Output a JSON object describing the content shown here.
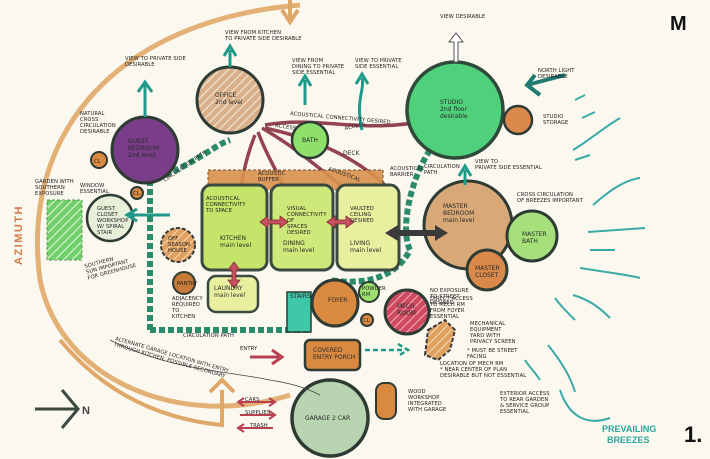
{
  "sheet": {
    "corner_letter": "M",
    "sheet_number": "1.",
    "north_label": "N",
    "azimuth_label": "AZIMUTH",
    "prevailing_breezes": [
      "PREVAILING",
      "BREEZES"
    ]
  },
  "colors": {
    "paper": "#fbf8ef",
    "outline": "#3a4a40",
    "teal": "#1f9a8a",
    "purple": "#7a3d8a",
    "green_bright": "#4fd07a",
    "lime": "#c4e46a",
    "pale_yellow": "#e8f0a0",
    "orange": "#d98a40",
    "tan": "#d9a877",
    "red": "#c8455a",
    "sage": "#b8d4b0",
    "azimuth_orange": "#e0a060",
    "maroon_arrow": "#8a3040"
  },
  "rooms": {
    "guest_bedroom": [
      "GUEST",
      "BEDROOM",
      "2nd level"
    ],
    "office": [
      "OFFICE",
      "2nd level"
    ],
    "bath": [
      "BATH"
    ],
    "studio": [
      "STUDIO",
      "2nd floor",
      "desirable"
    ],
    "studio_storage": [
      "STUDIO",
      "STORAGE"
    ],
    "cl_top": [
      "CL"
    ],
    "cl_mid": [
      "CL"
    ],
    "cl_foyer": [
      "CL"
    ],
    "guest_closet": [
      "GUEST",
      "CLOSET",
      "WORKSHOP",
      "w/ spiral",
      "stair"
    ],
    "garden": [],
    "off_season_house": [
      "OFF",
      "SEASON",
      "HOUSE"
    ],
    "pantry": [
      "PANTRY"
    ],
    "kitchen": [
      "KITCHEN",
      "main level"
    ],
    "dining": [
      "DINING",
      "main level"
    ],
    "living": [
      "LIVING",
      "main level"
    ],
    "laundry": [
      "LAUNDRY",
      "main level"
    ],
    "master_bedroom": [
      "MASTER",
      "BEDROOM",
      "main level"
    ],
    "master_bath": [
      "MASTER",
      "BATH"
    ],
    "master_closet": [
      "MASTER",
      "CLOSET"
    ],
    "stairs": [
      "STAIRS"
    ],
    "foyer": [
      "FOYER"
    ],
    "powder_rm": [
      "POWDER",
      "RM"
    ],
    "mech_room": [
      "MECH.",
      "ROOM"
    ],
    "covered_entry_porch": [
      "COVERED",
      "ENTRY PORCH"
    ],
    "garage": [
      "GARAGE  2 CAR"
    ],
    "deck": [
      "DECK"
    ]
  },
  "annotations": {
    "view_guest": [
      "VIEW TO PRIVATE SIDE",
      "DESIRABLE"
    ],
    "view_kitchen": [
      "VIEW FROM KITCHEN",
      "TO PRIVATE SIDE DESIRABLE"
    ],
    "view_dining": [
      "VIEW FROM",
      "DINING TO PRIVATE",
      "SIDE ESSENTIAL"
    ],
    "view_private": [
      "VIEW TO PRIVATE",
      "SIDE ESSENTIAL"
    ],
    "view_studio": [
      "VIEW DESIRABLE"
    ],
    "north_light": [
      "NORTH LIGHT",
      "DESIRABLE"
    ],
    "natural_cross": [
      "NATURAL",
      "CROSS",
      "CIRCULATION",
      "DESIRABLE"
    ],
    "garden_southern": [
      "GARDEN WITH",
      "SOUTHERN",
      "EXPOSURE"
    ],
    "window_essential": [
      "WINDOW",
      "ESSENTIAL"
    ],
    "southern_sun": [
      "SOUTHERN",
      "SUN IMPORTANT",
      "FOR GREENHOUSE"
    ],
    "adjacency_kitchen": [
      "ADJACENCY",
      "REQUIRED",
      "TO",
      "KITCHEN"
    ],
    "acoustic_connectivity": "ACOUSTICAL CONNECTIVITY DESIRED",
    "access_1": "ACCESS",
    "access_2": "ACCESS",
    "acoustic_buffer_1": [
      "ACOUSTIC",
      "BUFFER"
    ],
    "acoustic_buffer_2": "ACOUSTICAL",
    "acoustic_barrier": [
      "ACOUSTICAL",
      "BARRIER"
    ],
    "circulation_path_top": "CIRCULATION PATH",
    "circulation_path_right": [
      "CIRCULATION",
      "PATH"
    ],
    "circulation_path_bottom": "CIRCULATION PATH",
    "acoustic_conn_space": [
      "ACOUSTICAL",
      "CONNECTIVITY",
      "TO SPACE"
    ],
    "visual_connectivity": [
      "VISUAL",
      "CONNECTIVITY",
      "OF",
      "SPACES",
      "DESIRED"
    ],
    "vaulted_ceiling": [
      "VAULTED",
      "CEILING",
      "DESIRED"
    ],
    "view_master": [
      "VIEW TO",
      "PRIVATE SIDE ESSENTIAL"
    ],
    "cross_circ_breeze": [
      "CROSS CIRCULATION",
      "OF BREEZES IMPORTANT"
    ],
    "no_exposure": [
      "NO EXPOSURE",
      "TO STREET",
      "DESIRED"
    ],
    "direct_access_mech": [
      "DIRECT ACCESS",
      "TO MECH RM",
      "FROM FOYER",
      "ESSENTIAL"
    ],
    "mech_yard": [
      "MECHANICAL",
      "EQUIPMENT",
      "YARD WITH",
      "PRIVACY SCREEN"
    ],
    "must_be_street": [
      "* MUST BE STREET",
      "FACING"
    ],
    "location_mech": [
      "LOCATION OF MECH RM",
      "* NEAR CENTER OF PLAN",
      "DESIRABLE BUT NOT ESSENTIAL"
    ],
    "exterior_access": [
      "EXTERIOR ACCESS",
      "TO REAR GARDEN",
      "& SERVICE GROUP",
      "ESSENTIAL"
    ],
    "workshop": [
      "WOOD",
      "WORKSHOP",
      "INTEGRATED",
      "WITH GARAGE"
    ],
    "entry": "ENTRY",
    "alt_garage": [
      "ALTERNATE GARAGE LOCATION WITH ENTRY",
      "THROUGH KITCHEN, POSSIBLE SECONDARY"
    ],
    "cars": "CARS",
    "supplies": "SUPPLIES",
    "trash": "TRASH"
  }
}
